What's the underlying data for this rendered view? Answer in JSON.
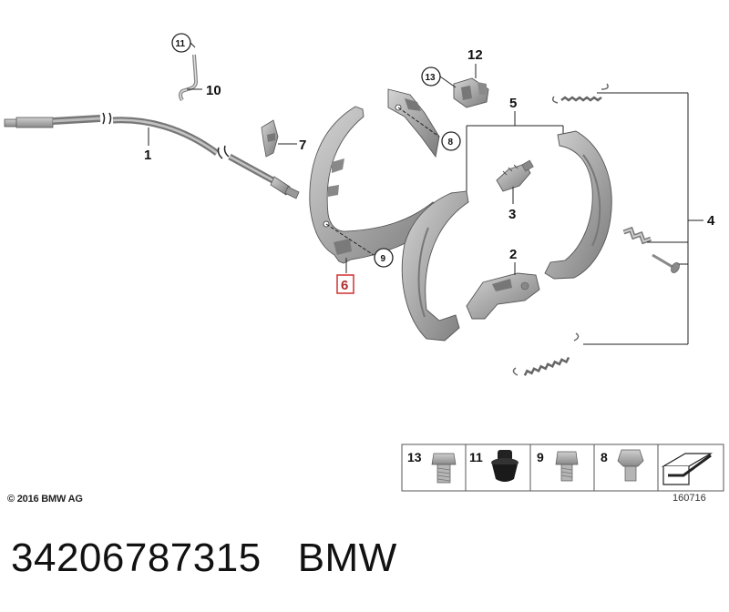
{
  "callouts": {
    "c1": "1",
    "c2": "2",
    "c3": "3",
    "c4": "4",
    "c5": "5",
    "c6": "6",
    "c7": "7",
    "c8": "8",
    "c9": "9",
    "c10": "10",
    "c11": "11",
    "c12": "12",
    "c13": "13"
  },
  "legend": {
    "items": [
      {
        "number": "13",
        "icon": "bolt-icon"
      },
      {
        "number": "11",
        "icon": "rubber-grommet-icon"
      },
      {
        "number": "9",
        "icon": "bolt-icon"
      },
      {
        "number": "8",
        "icon": "hex-bolt-icon"
      }
    ],
    "last_icon": "flag-arrow-icon"
  },
  "copyright": "© 2016 BMW AG",
  "drawing_number": "160716",
  "footer": {
    "part_number": "34206787315",
    "brand": "BMW"
  },
  "colors": {
    "part_fill": "#a9a9a9",
    "part_dark": "#6f6f6f",
    "part_light": "#cfcfcf",
    "highlight": "#d03030"
  }
}
